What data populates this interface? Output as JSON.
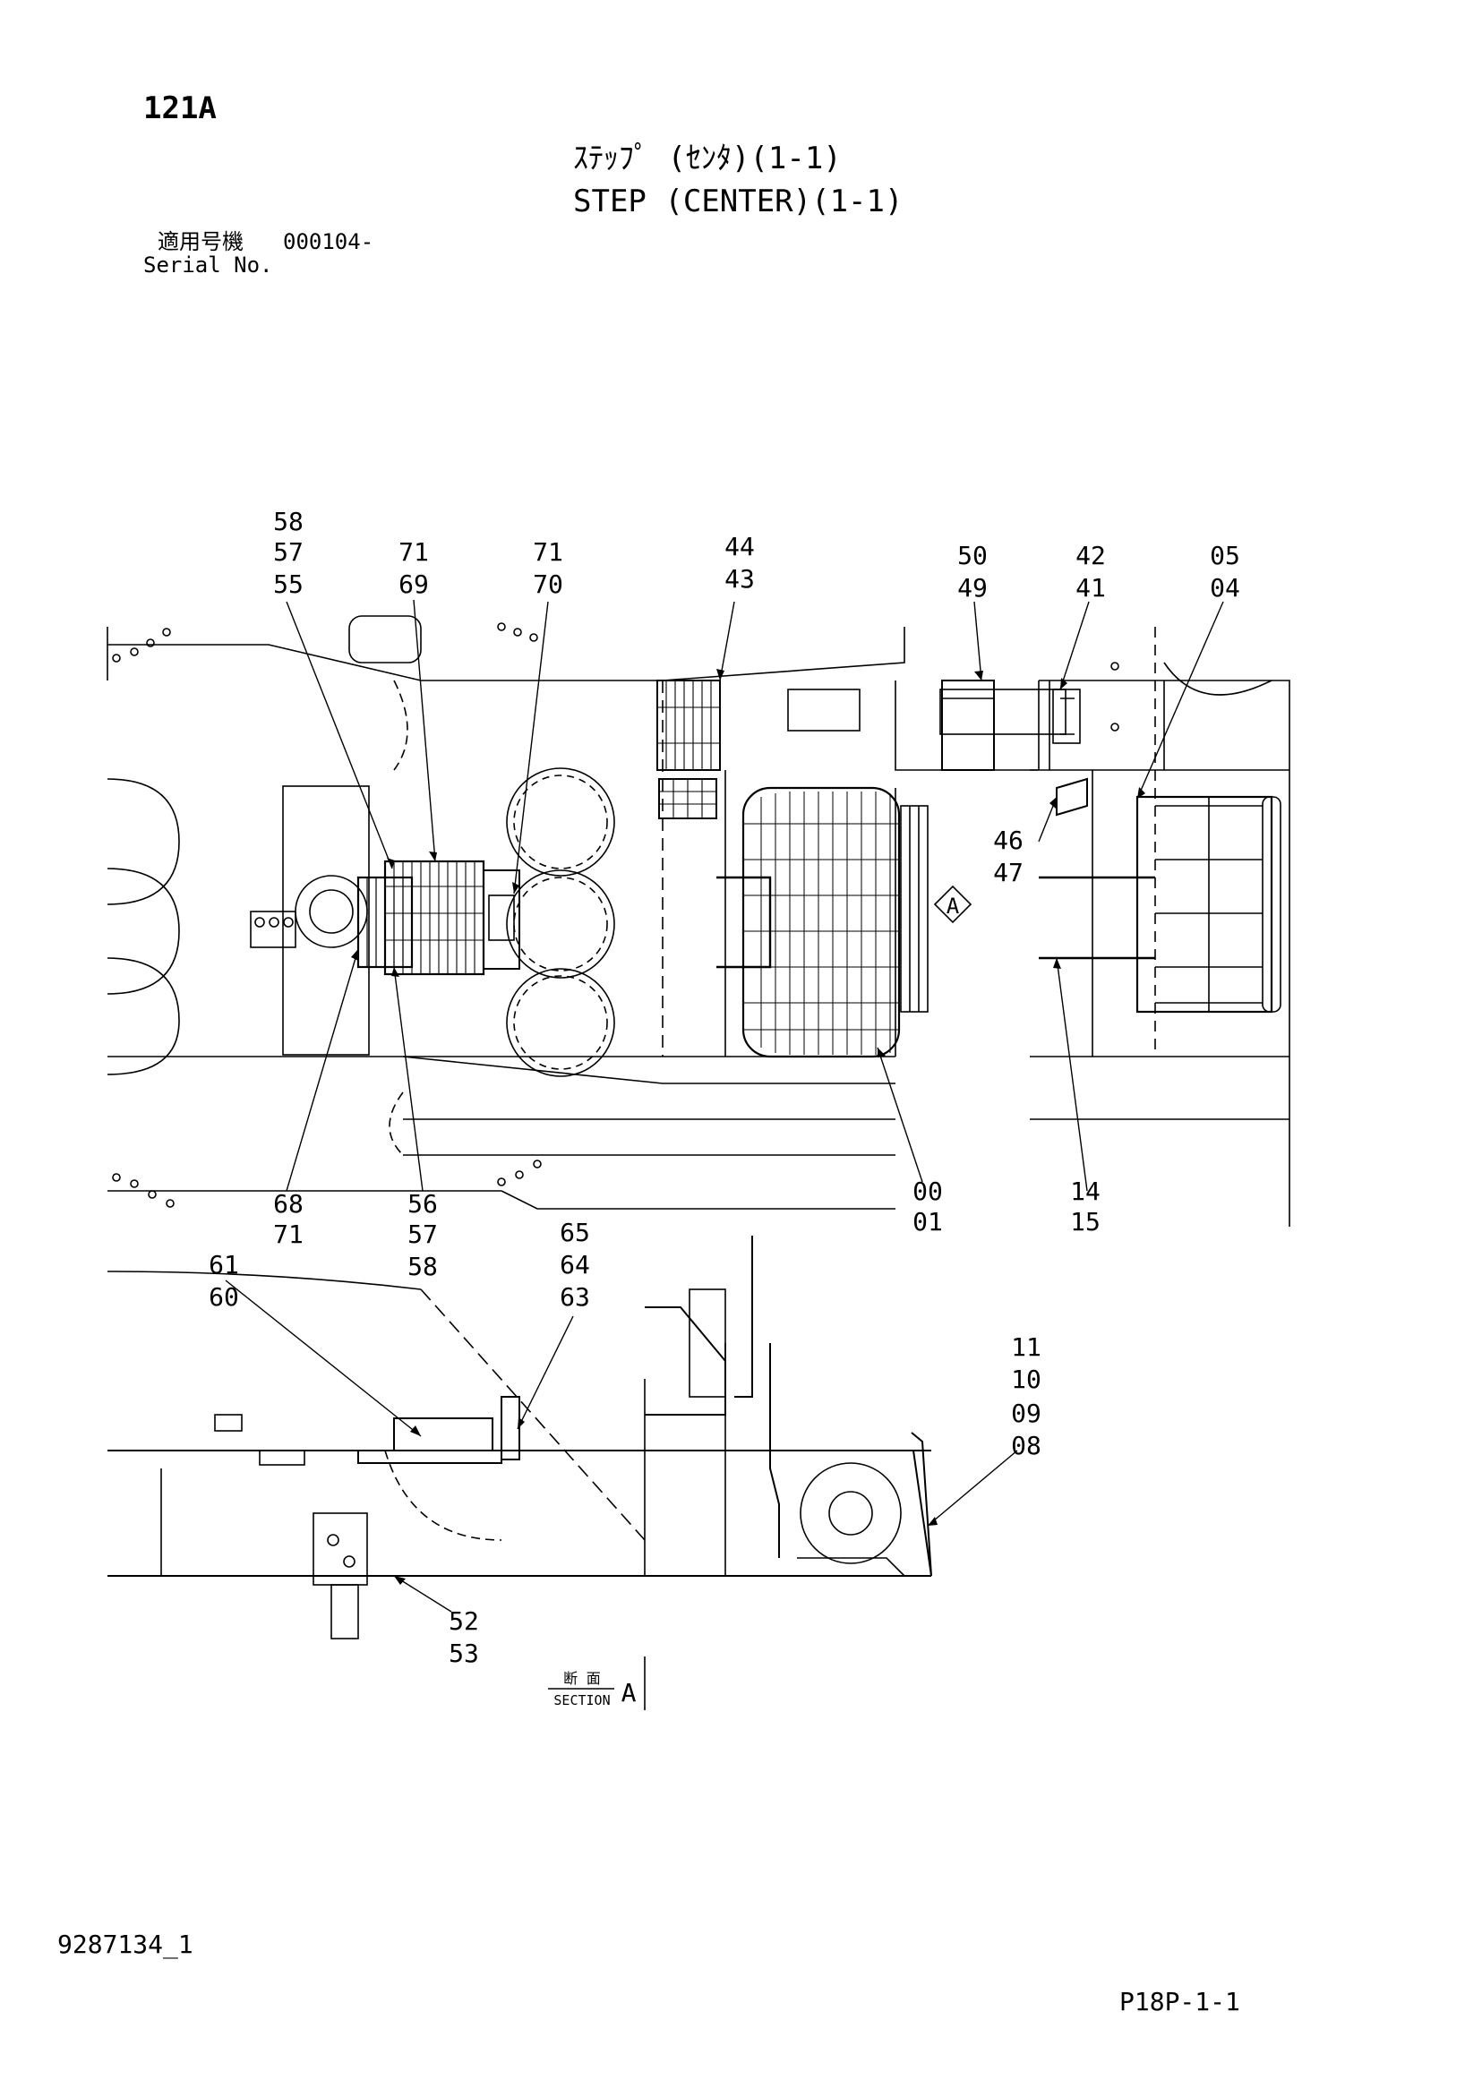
{
  "header": {
    "page_code": "121A",
    "title_jp": "ｽﾃｯﾌﾟ  (ｾﾝﾀ)(1-1)",
    "title_en": "STEP (CENTER)(1-1)",
    "serial_label_jp": "適用号機",
    "serial_value": "000104-",
    "serial_label_en": "Serial No."
  },
  "callouts": {
    "c58_57_55": [
      "58",
      "57",
      "55"
    ],
    "c71_69": [
      "71",
      "69"
    ],
    "c71_70": [
      "71",
      "70"
    ],
    "c44_43": [
      "44",
      "43"
    ],
    "c50_49": [
      "50",
      "49"
    ],
    "c42_41": [
      "42",
      "41"
    ],
    "c05_04": [
      "05",
      "04"
    ],
    "c46_47": [
      "46",
      "47"
    ],
    "c68_71": [
      "68",
      "71"
    ],
    "c56_57_58": [
      "56",
      "57",
      "58"
    ],
    "c00_01": [
      "00",
      "01"
    ],
    "c14_15": [
      "14",
      "15"
    ],
    "c61_60": [
      "61",
      "60"
    ],
    "c65_64_63": [
      "65",
      "64",
      "63"
    ],
    "c11_10_09_08": [
      "11",
      "10",
      "09",
      "08"
    ],
    "c52_53": [
      "52",
      "53"
    ]
  },
  "view_marker": "A",
  "section": {
    "label_jp": "断 面",
    "label_en": "SECTION",
    "letter": "A"
  },
  "footer": {
    "drawing_number": "9287134_1",
    "page_ref": "P18P-1-1"
  }
}
